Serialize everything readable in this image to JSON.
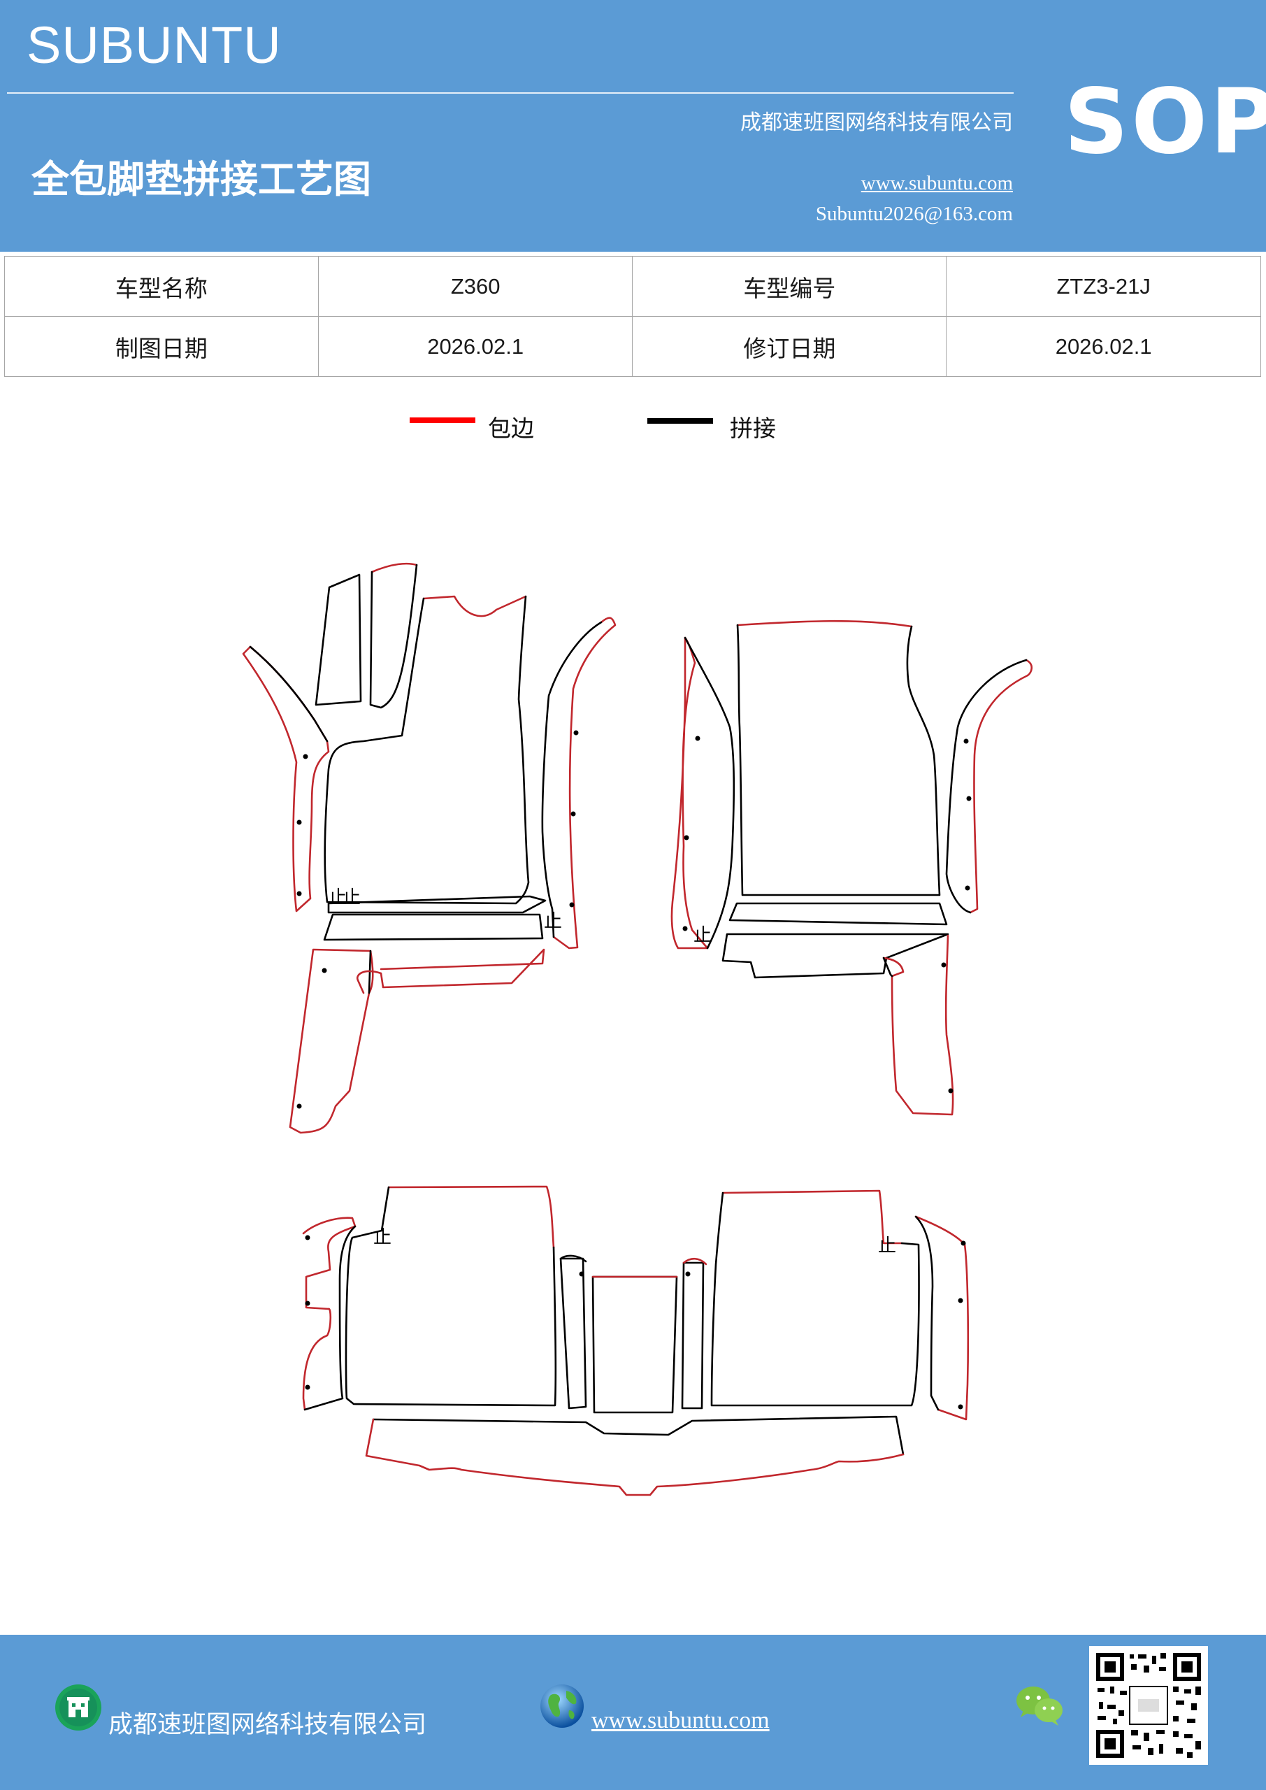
{
  "header": {
    "brand": "SUBUNTU",
    "company": "成都速班图网络科技有限公司",
    "sop": "SOP",
    "title": "全包脚垫拼接工艺图",
    "website": "www.subuntu.com",
    "email": "Subuntu2026@163.com"
  },
  "info_table": {
    "rows": [
      {
        "label1": "车型名称",
        "value1": "Z360",
        "label2": "车型编号",
        "value2": "ZTZ3-21J"
      },
      {
        "label1": "制图日期",
        "value1": "2026.02.1",
        "label2": "修订日期",
        "value2": "2026.02.1"
      }
    ]
  },
  "legend": [
    {
      "label": "包边",
      "color": "#ff0000"
    },
    {
      "label": "拼接",
      "color": "#000000"
    }
  ],
  "drawing": {
    "stop_mark": "止",
    "edge_color": "#c1272d",
    "seam_color": "#000000"
  },
  "footer": {
    "company": "成都速班图网络科技有限公司",
    "website": "www.subuntu.com",
    "icons": [
      "building-icon",
      "globe-icon",
      "wechat-icon",
      "qr-code"
    ]
  },
  "colors": {
    "header_bg": "#5b9bd5",
    "footer_bg": "#5b9bd5"
  }
}
